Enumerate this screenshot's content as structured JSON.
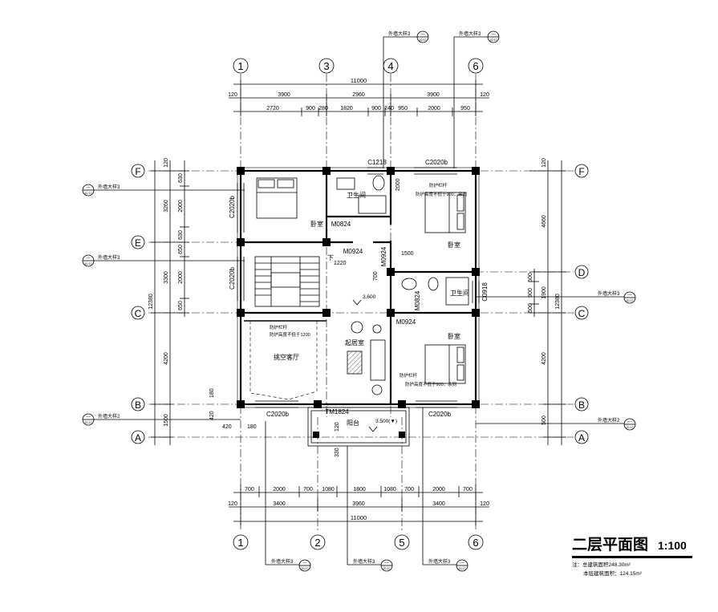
{
  "title": "二层平面图",
  "scale": "1:100",
  "notes": [
    "注：总建筑面积248.30m²",
    "本层建筑面积：124.15m²"
  ],
  "grid_cols": {
    "top": [
      "1",
      "3",
      "4",
      "6"
    ],
    "bottom": [
      "1",
      "2",
      "5",
      "6"
    ]
  },
  "grid_rows": [
    "F",
    "E",
    "D",
    "C",
    "B",
    "A"
  ],
  "dims_top": {
    "overall": "11000",
    "ext": "120",
    "spans": [
      "3900",
      "2960",
      "3900"
    ],
    "sub": [
      "2720",
      "900",
      "280",
      "1820",
      "900",
      "240",
      "950",
      "2000",
      "950"
    ]
  },
  "dims_bottom": {
    "overall": "11000",
    "ext": "120",
    "spans": [
      "3400",
      "3960",
      "3400"
    ],
    "sub": [
      "700",
      "2000",
      "700",
      "1080",
      "1800",
      "1080",
      "700",
      "2000",
      "700"
    ]
  },
  "dims_left": {
    "overall": "12380",
    "ext": "120",
    "outer": [
      "3260",
      "3300",
      "4200",
      "1500"
    ],
    "inner": [
      "630",
      "2000",
      "630",
      "650",
      "2000",
      "650"
    ]
  },
  "dims_right": {
    "overall": "12380",
    "ext": "120",
    "outer": [
      "4660",
      "1900",
      "4200",
      "500"
    ],
    "inner": [
      "500",
      "900",
      "500"
    ]
  },
  "dims_misc": [
    "1220",
    "700",
    "1500",
    "2000",
    "180",
    "420",
    "420",
    "180",
    "120",
    "330"
  ],
  "rooms": [
    "卧室",
    "卫生间",
    "卧室",
    "卫生间",
    "卧室",
    "起居室",
    "挑空客厅",
    "阳台"
  ],
  "windows": [
    "C1218",
    "C2020b",
    "C2020b",
    "C2020b",
    "C2020b",
    "C2020b",
    "C0918"
  ],
  "doors": [
    "M0824",
    "M0924",
    "M0924",
    "M0824",
    "M0924",
    "TM1824"
  ],
  "railing_left": [
    "防护栏杆",
    "防护高度不低于1200"
  ],
  "railing_right_top": [
    "防护栏杆",
    "防护高度不低于900，余同"
  ],
  "railing_right_bottom": [
    "防护栏杆",
    "防护高度不低于900，余同"
  ],
  "elevations": [
    "3.600",
    "3.500(▼)"
  ],
  "stair_label": "下",
  "callout_label": "外墙大样3",
  "callout_label_2": "外墙大样2",
  "callout_ref": "20-17",
  "callout_num": "—"
}
